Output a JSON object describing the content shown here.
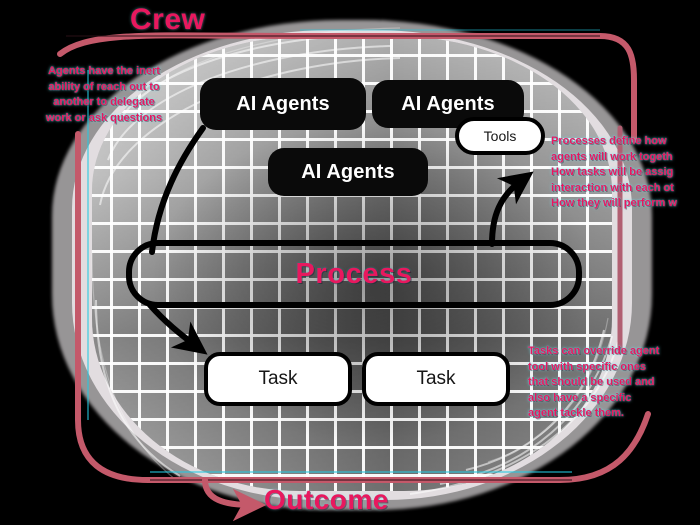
{
  "diagram": {
    "title": "Crew",
    "outcome_label": "Outcome",
    "theme": {
      "accent_pink": "#e8185e",
      "boundary_red": "#c4596a",
      "node_dark": "#0a0a0a",
      "node_light": "#ffffff",
      "background": "#000000",
      "glow_cyan": "#6eebfa"
    }
  },
  "nodes": {
    "agent_1": {
      "label": "AI Agents",
      "style": "dark"
    },
    "agent_2": {
      "label": "AI Agents",
      "style": "dark"
    },
    "agent_3": {
      "label": "AI Agents",
      "style": "dark"
    },
    "tools": {
      "label": "Tools",
      "style": "light-pill"
    },
    "process": {
      "label": "Process",
      "style": "outline"
    },
    "task_1": {
      "label": "Task",
      "style": "light"
    },
    "task_2": {
      "label": "Task",
      "style": "light"
    }
  },
  "annotations": {
    "agents": {
      "lines": [
        "Agents have the inert",
        "ability of reach out to",
        "another to delegate",
        "work or ask questions"
      ]
    },
    "process": {
      "lines": [
        "Processes define how",
        "agents will work togeth",
        "How tasks will be assig",
        "interaction with each ot",
        "How they will perform w"
      ]
    },
    "tasks": {
      "lines": [
        "Tasks can override agent",
        "tool with specific ones",
        "that should be used and",
        "also have a specific",
        "agent tackle them."
      ]
    }
  },
  "icons": {
    "arrow_agent_to_process": "curved-arrow-icon",
    "arrow_process_to_task": "curved-arrow-icon",
    "arrow_process_to_tools": "curved-arrow-icon",
    "arrow_to_outcome": "curved-arrow-icon"
  }
}
